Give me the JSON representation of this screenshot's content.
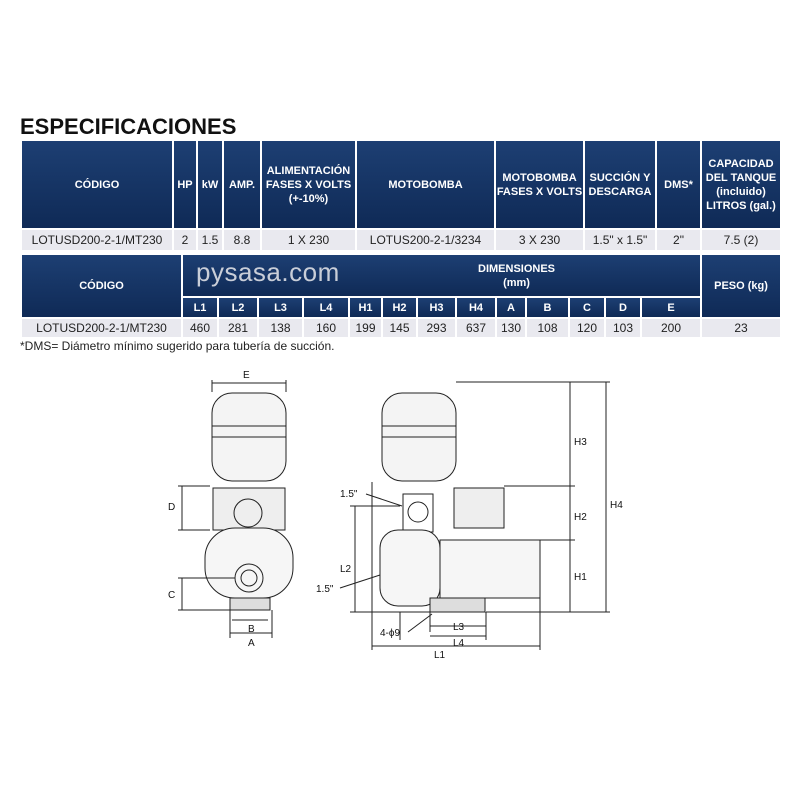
{
  "title": "ESPECIFICACIONES",
  "specs": {
    "headers": [
      "CÓDIGO",
      "HP",
      "kW",
      "AMP.",
      "ALIMENTACIÓN FASES X VOLTS (+-10%)",
      "MOTOBOMBA",
      "MOTOBOMBA FASES X VOLTS",
      "SUCCIÓN Y DESCARGA",
      "DMS*",
      "CAPACIDAD DEL TANQUE (incluido) LITROS (gal.)"
    ],
    "row": [
      "LOTUSD200-2-1/MT230",
      "2",
      "1.5",
      "8.8",
      "1 X 230",
      "LOTUS200-2-1/3234",
      "3 X 230",
      "1.5\" x 1.5\"",
      "2\"",
      "7.5 (2)"
    ]
  },
  "dimensions": {
    "code_header": "CÓDIGO",
    "group_header": "DIMENSIONES (mm)",
    "weight_header": "PESO (kg)",
    "watermark": "pysasa.com",
    "columns": [
      "L1",
      "L2",
      "L3",
      "L4",
      "H1",
      "H2",
      "H3",
      "H4",
      "A",
      "B",
      "C",
      "D",
      "E"
    ],
    "row": {
      "code": "LOTUSD200-2-1/MT230",
      "values": [
        "460",
        "281",
        "138",
        "160",
        "199",
        "145",
        "293",
        "637",
        "130",
        "108",
        "120",
        "103",
        "200"
      ],
      "weight": "23"
    }
  },
  "note": "*DMS= Diámetro mínimo sugerido para tubería de succión.",
  "diagram": {
    "labels": {
      "E": "E",
      "D": "D",
      "C": "C",
      "B": "B",
      "A": "A",
      "pipe_top": "1.5\"",
      "pipe_side": "1.5\"",
      "L2": "L2",
      "H3": "H3",
      "H2": "H2",
      "H1": "H1",
      "H4": "H4",
      "holes": "4-ϕ9",
      "L3": "L3",
      "L4": "L4",
      "L1": "L1"
    }
  }
}
